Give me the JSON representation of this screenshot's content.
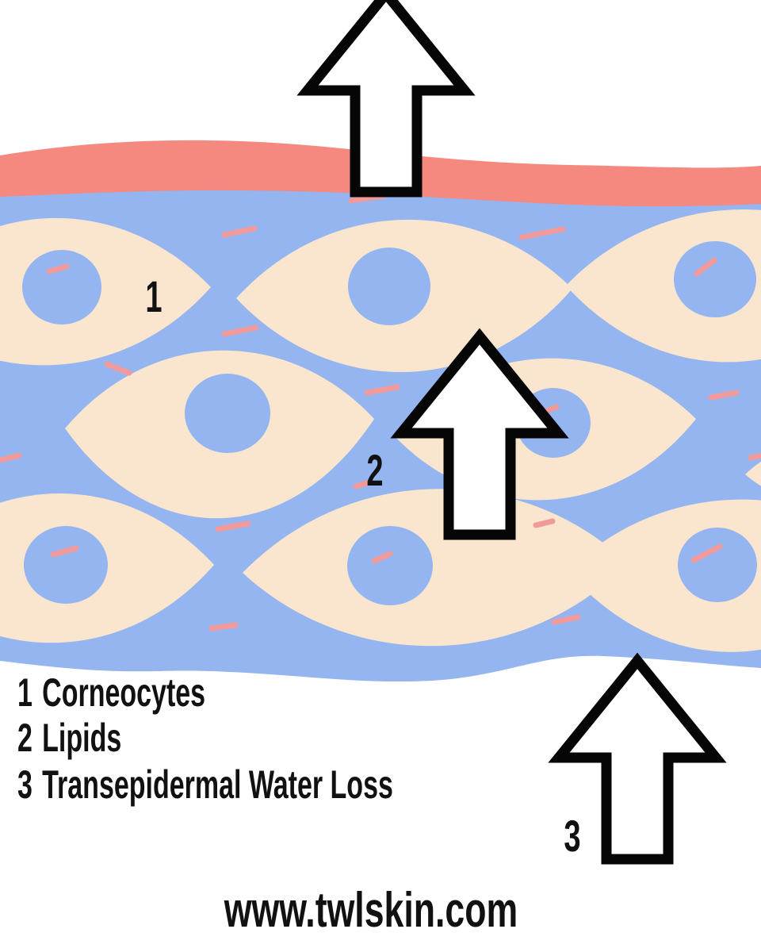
{
  "palette": {
    "background": "#FFFFFF",
    "surface_pink": "#F5897F",
    "lipid_blue": "#94B5F0",
    "corneocyte_cream": "#FAE6CE",
    "streak_pink": "#F09A9B",
    "arrow_fill": "#FFFFFF",
    "arrow_outline": "#060606",
    "text": "#111111"
  },
  "markers": {
    "one": "1",
    "two": "2",
    "three": "3"
  },
  "legend": {
    "items": [
      {
        "number": "1",
        "label": "Corneocytes"
      },
      {
        "number": "2",
        "label": "Lipids"
      },
      {
        "number": "3",
        "label": "Transepidermal Water Loss"
      }
    ]
  },
  "website": "www.twlskin.com"
}
